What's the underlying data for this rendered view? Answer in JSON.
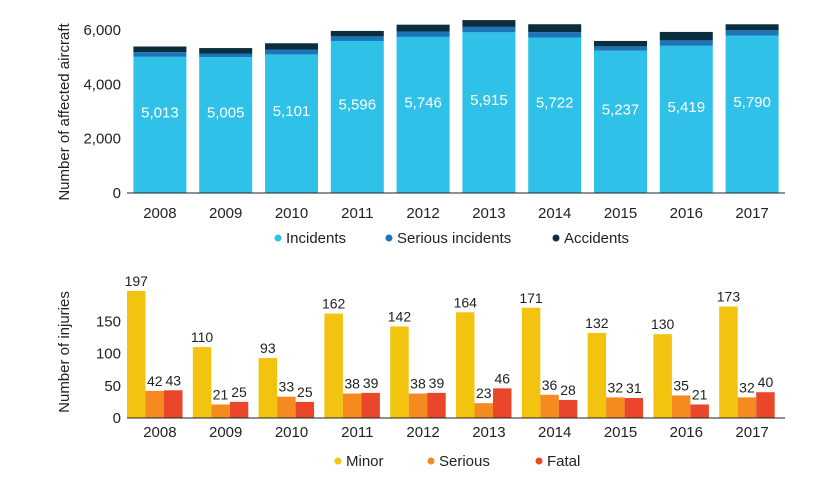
{
  "colors": {
    "incidents": "#2fc1e8",
    "serious_incidents": "#1b75b9",
    "accidents": "#0a2e3e",
    "minor": "#f2c40f",
    "serious": "#f58b1f",
    "fatal": "#e9462b",
    "axis": "#222222",
    "text": "#222222",
    "inbar_label": "#ffffff"
  },
  "chart_data": [
    {
      "type": "bar",
      "stacked": true,
      "categories": [
        "2008",
        "2009",
        "2010",
        "2011",
        "2012",
        "2013",
        "2014",
        "2015",
        "2016",
        "2017"
      ],
      "series": [
        {
          "name": "Incidents",
          "values": [
            5013,
            5005,
            5101,
            5596,
            5746,
            5915,
            5722,
            5237,
            5419,
            5790
          ],
          "color_key": "incidents"
        },
        {
          "name": "Serious incidents",
          "values": [
            170,
            130,
            180,
            170,
            200,
            200,
            200,
            160,
            200,
            200
          ],
          "color_key": "serious_incidents"
        },
        {
          "name": "Accidents",
          "values": [
            210,
            200,
            230,
            200,
            250,
            250,
            290,
            200,
            310,
            220
          ],
          "color_key": "accidents"
        }
      ],
      "data_labels": [
        "5,013",
        "5,005",
        "5,101",
        "5,596",
        "5,746",
        "5,915",
        "5,722",
        "5,237",
        "5,419",
        "5,790"
      ],
      "ylabel": "Number of affected aircraft",
      "ylim": [
        0,
        6000
      ],
      "yticks": [
        0,
        2000,
        4000,
        6000
      ],
      "ytick_labels": [
        "0",
        "2,000",
        "4,000",
        "6,000"
      ],
      "grid": false,
      "legend_position": "bottom"
    },
    {
      "type": "bar",
      "stacked": false,
      "categories": [
        "2008",
        "2009",
        "2010",
        "2011",
        "2012",
        "2013",
        "2014",
        "2015",
        "2016",
        "2017"
      ],
      "series": [
        {
          "name": "Minor",
          "values": [
            197,
            110,
            93,
            162,
            142,
            164,
            171,
            132,
            130,
            173
          ],
          "color_key": "minor"
        },
        {
          "name": "Serious",
          "values": [
            42,
            21,
            33,
            38,
            38,
            23,
            36,
            32,
            35,
            32
          ],
          "color_key": "serious"
        },
        {
          "name": "Fatal",
          "values": [
            43,
            25,
            25,
            39,
            39,
            46,
            28,
            31,
            21,
            40
          ],
          "color_key": "fatal"
        }
      ],
      "ylabel": "Number of injuries",
      "ylim": [
        0,
        197
      ],
      "yticks": [
        0,
        50,
        100,
        150
      ],
      "ytick_labels": [
        "0",
        "50",
        "100",
        "150"
      ],
      "grid": false,
      "legend_position": "bottom"
    }
  ]
}
